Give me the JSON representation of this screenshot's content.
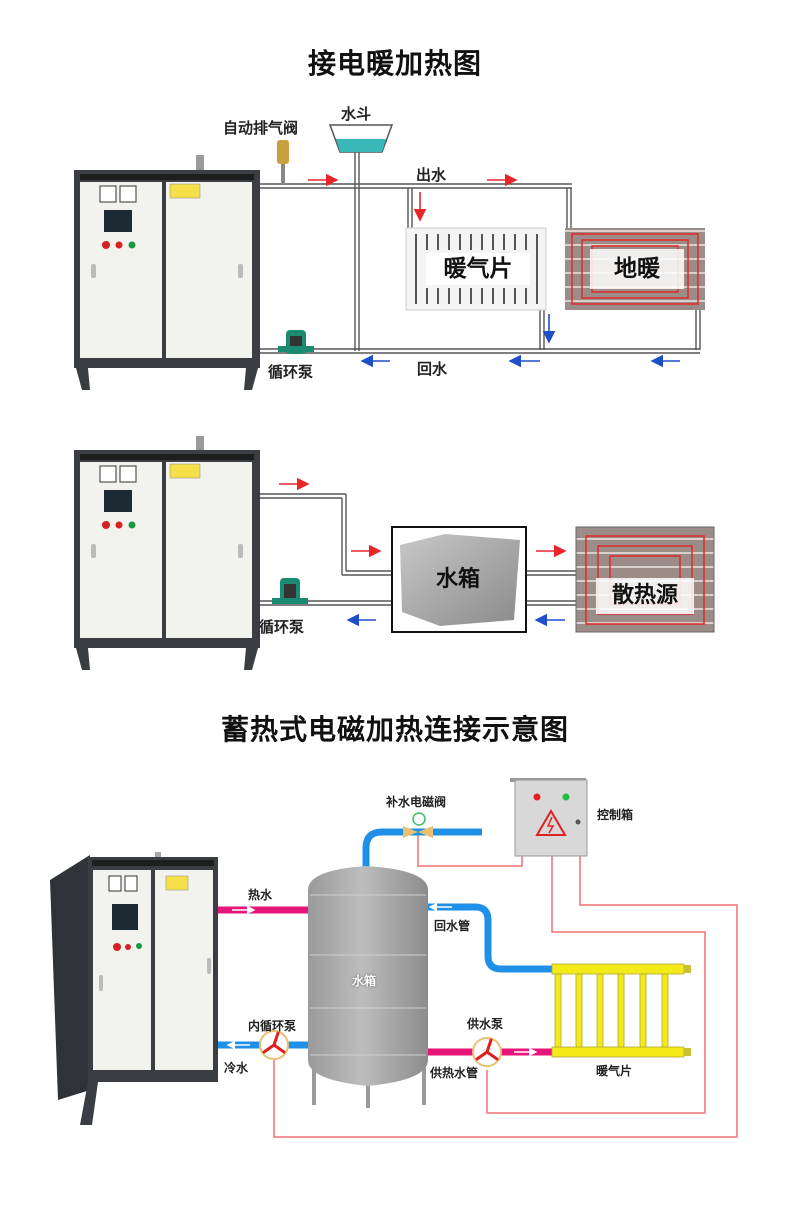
{
  "section1": {
    "title": "接电暖加热图",
    "labels": {
      "air_valve": "自动排气阀",
      "funnel": "水斗",
      "outlet": "出水",
      "return": "回水",
      "pump": "循环泵",
      "radiator": "暖气片",
      "floor_heating": "地暖"
    }
  },
  "section2": {
    "labels": {
      "pump": "循环泵",
      "tank": "水箱",
      "heat_source": "散热源"
    }
  },
  "section3": {
    "title": "蓄热式电磁加热连接示意图",
    "labels": {
      "makeup_valve": "补水电磁阀",
      "control_box": "控制箱",
      "hot_water": "热水",
      "cold_water": "冷水",
      "tank": "水箱",
      "inner_pump": "内循环泵",
      "return_pipe": "回水管",
      "supply_pump": "供水泵",
      "supply_pipe": "供热水管",
      "radiator": "暖气片"
    }
  },
  "colors": {
    "hot_arrow": "#e8262a",
    "cold_arrow": "#1e4fc8",
    "hot_pipe": "#e5157a",
    "cold_pipe": "#1e90e8",
    "wire": "#f07070",
    "radiator_yellow": "#f4ea1a",
    "boiler_frame": "#3a3d42",
    "boiler_panel": "#f2f2ee"
  }
}
